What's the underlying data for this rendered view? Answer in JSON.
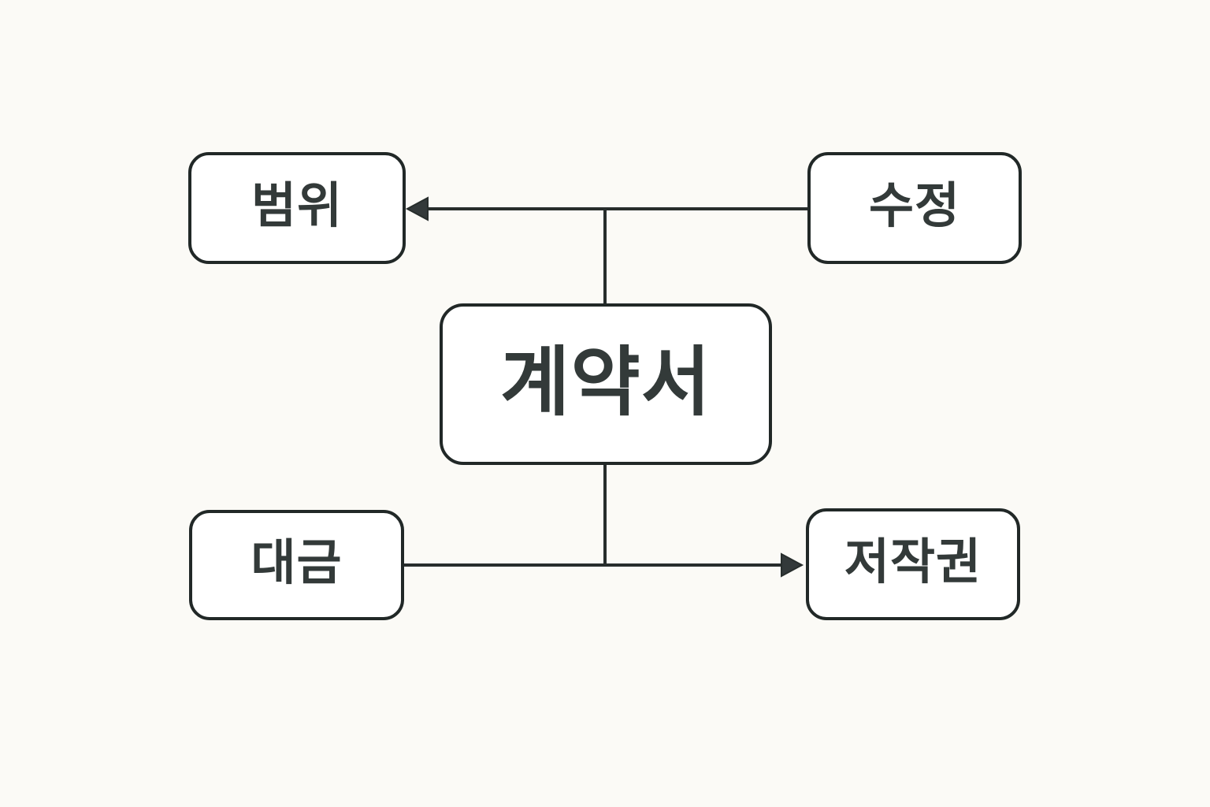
{
  "diagram": {
    "name": "contract-terms-diagram",
    "nodes": {
      "contract": {
        "id": "contract",
        "label": "계약서",
        "role": "center"
      },
      "scope": {
        "id": "scope",
        "label": "범위",
        "role": "top-left"
      },
      "revision": {
        "id": "revision",
        "label": "수정",
        "role": "top-right"
      },
      "payment": {
        "id": "payment",
        "label": "대금",
        "role": "bottom-left"
      },
      "copyright": {
        "id": "copyright",
        "label": "저작권",
        "role": "bottom-right"
      }
    },
    "edges": [
      {
        "from": "revision",
        "to": "scope",
        "arrow_direction": "left",
        "connects_through": "contract (vertical stub from top of center box)"
      },
      {
        "from": "payment",
        "to": "copyright",
        "arrow_direction": "right",
        "connects_through": "contract (vertical stub from bottom of center box)"
      }
    ],
    "colors": {
      "background": "#FBFAF6",
      "node_fill": "#FFFFFF",
      "node_border": "#212827",
      "text": "#333A39",
      "line": "#272D2C"
    }
  }
}
